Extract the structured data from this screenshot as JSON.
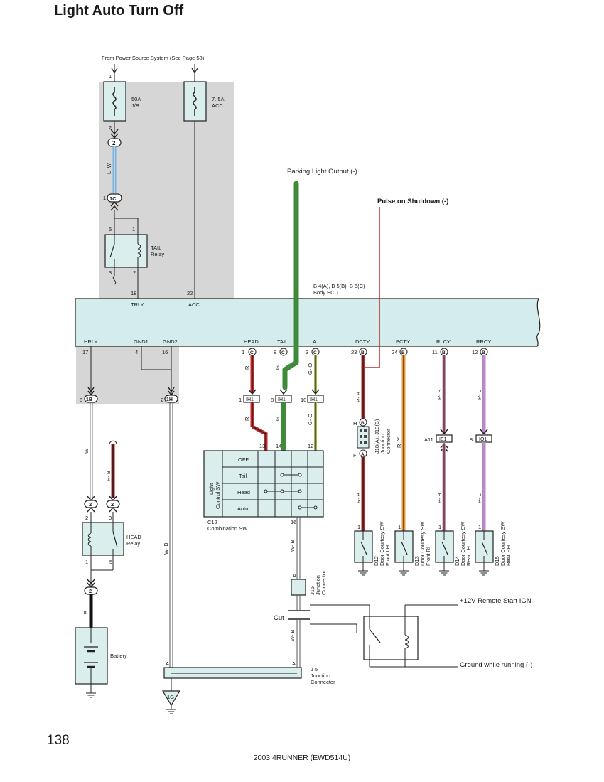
{
  "title": "Light Auto Turn Off",
  "page_number": "138",
  "footer": "2003 4RUNNER (EWD514U)",
  "colors": {
    "shade": "#d6d6d6",
    "ecu": "#d4ecec",
    "component": "#dbeeee",
    "wire_red": "#b92a2a",
    "wire_green": "#3f8b3a",
    "wire_blue": "#7ab2da",
    "wire_orange": "#e8963b",
    "wire_pink": "#d48aae",
    "wire_purple": "#a08ad6",
    "wire_olive": "#a3b04f"
  },
  "top": {
    "source_note": "From Power Source System (See Page 58)",
    "fuse1": {
      "rating": "50A",
      "block": "J/B",
      "pin_in": "1",
      "pin_out": "2"
    },
    "fuse2": {
      "rating": "7. 5A",
      "name": "ACC"
    },
    "conn_2": "2",
    "wire_lw": "L- W",
    "conn_1c_pin": "1",
    "conn_1c": "1C"
  },
  "tail_relay": {
    "name1": "TAIL",
    "name2": "Relay",
    "p5": "5",
    "p1": "1",
    "p3": "3",
    "p2": "2"
  },
  "ecu": {
    "name_line1": "B 4(A), B 5(B), B 6(C)",
    "name_line2": "Body ECU",
    "top_pins": [
      {
        "num": "18",
        "label": "TRLY"
      },
      {
        "num": "22",
        "label": "ACC"
      }
    ],
    "bottom_pins": [
      {
        "label": "HRLY",
        "num": "17",
        "conn": ""
      },
      {
        "label": "GND1",
        "num": "4",
        "conn": ""
      },
      {
        "label": "GND2",
        "num": "16",
        "conn": ""
      },
      {
        "label": "HEAD",
        "num": "1",
        "conn": "C"
      },
      {
        "label": "TAIL",
        "num": "8",
        "conn": "C"
      },
      {
        "label": "A",
        "num": "3",
        "conn": "C"
      },
      {
        "label": "DCTY",
        "num": "23",
        "conn": "B"
      },
      {
        "label": "PCTY",
        "num": "24",
        "conn": "B"
      },
      {
        "label": "RLCY",
        "num": "11",
        "conn": "B"
      },
      {
        "label": "RRCY",
        "num": "12",
        "conn": "B"
      }
    ]
  },
  "annotations": {
    "parking": "Parking Light Output (-)",
    "pulse": "Pulse on Shutdown (-)",
    "remote_ign": "+12V Remote Start IGN",
    "ground_running": "Ground while running (-)",
    "cut": "Cut"
  },
  "wire_labels": {
    "w": "W",
    "rb": "R- B",
    "wb": "W- B",
    "r": "R",
    "g": "G",
    "go": "G- O",
    "ry": "R- Y",
    "pb": "P- B",
    "pl": "P- L",
    "b": "B"
  },
  "connectors": {
    "c1b": {
      "pin": "8",
      "code": "1B"
    },
    "c1h": {
      "pin": "2",
      "code": "1H"
    },
    "ih1": [
      {
        "pin": "1",
        "code": "IH1"
      },
      {
        "pin": "8",
        "code": "IH1"
      },
      {
        "pin": "10",
        "code": "IH1"
      }
    ],
    "ie1": {
      "pin": "A11",
      "code": "IE1"
    },
    "io1": {
      "pin": "8",
      "code": "IO1"
    },
    "conn2": "2"
  },
  "junction_j18": {
    "lines": [
      "J18(A), J19(B)",
      "Junction",
      "Connector"
    ],
    "top": "H",
    "top_code": "B",
    "bottom": "F",
    "bottom_code": "A"
  },
  "combination_sw": {
    "title_line1": "Light",
    "title_line2": "Control SW",
    "rows": [
      "OFF",
      "Tail",
      "Head",
      "Auto"
    ],
    "pins": [
      "13",
      "14",
      "12",
      "16"
    ],
    "name": "C12",
    "name2": "Combination SW"
  },
  "head_relay": {
    "name1": "HEAD",
    "name2": "Relay",
    "p2": "2",
    "p3": "3",
    "p1": "1",
    "p5": "5"
  },
  "battery": "Battery",
  "j15": {
    "lines": [
      "J15",
      "Junction",
      "Connector"
    ],
    "pin": "A"
  },
  "j5": {
    "lines": [
      "J 5",
      "Junction",
      "Connector"
    ],
    "pin_a1": "A",
    "pin_a2": "A"
  },
  "ground_1g": "1G",
  "door_switches": [
    {
      "code": "D12",
      "line1": "Door Courtesy SW",
      "line2": "Front LH",
      "pin": "1"
    },
    {
      "code": "D13",
      "line1": "Door Courtesy SW",
      "line2": "Front RH",
      "pin": "1"
    },
    {
      "code": "D14",
      "line1": "Door Courtesy SW",
      "line2": "Rear LH",
      "pin": "1"
    },
    {
      "code": "D15",
      "line1": "Door Courtesy SW",
      "line2": "Rear RH",
      "pin": "1"
    }
  ]
}
